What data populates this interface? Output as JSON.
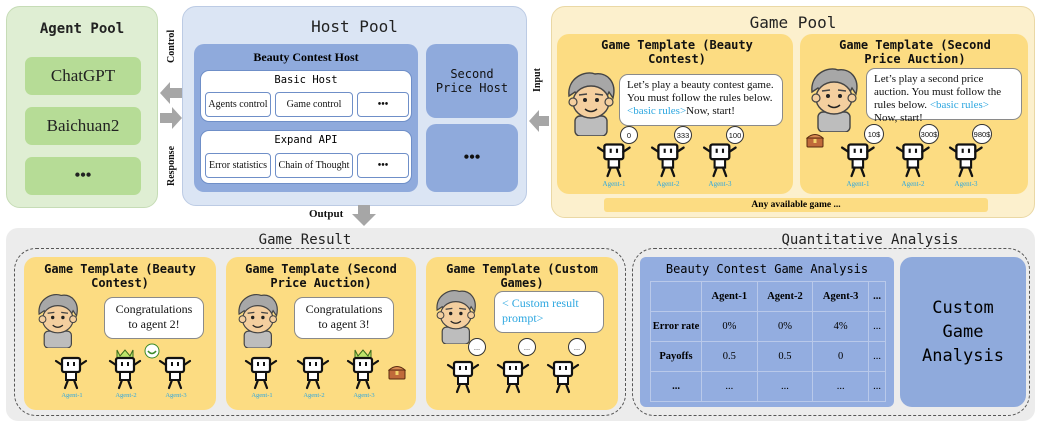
{
  "agent_pool": {
    "title": "Agent Pool",
    "items": [
      "ChatGPT",
      "Baichuan2",
      "•••"
    ]
  },
  "arrows": {
    "control": "Control",
    "response": "Response",
    "input": "Input",
    "output": "Output"
  },
  "host_pool": {
    "title": "Host Pool",
    "beauty_host": {
      "title": "Beauty Contest Host",
      "basic": {
        "title": "Basic Host",
        "items": [
          "Agents control",
          "Game control",
          "•••"
        ]
      },
      "expand": {
        "title": "Expand API",
        "items": [
          "Error statistics",
          "Chain of Thought",
          "•••"
        ]
      }
    },
    "second_price_host": "Second Price Host",
    "more": "•••"
  },
  "game_pool": {
    "title": "Game Pool",
    "beauty": {
      "title": "Game Template (Beauty Contest)",
      "bubble_pre": "Let’s play a beauty contest game. You must follow the rules below. ",
      "bubble_rule": "<basic rules>",
      "bubble_post": "Now, start!",
      "bids": [
        "0",
        "333",
        "100"
      ],
      "agents": [
        "Agent-1",
        "Agent-2",
        "Agent-3"
      ]
    },
    "auction": {
      "title": "Game Template (Second Price Auction)",
      "bubble_pre": "Let’s play a second price auction. You must follow the rules below. ",
      "bubble_rule": "<basic rules>",
      "bubble_post": " Now, start!",
      "bids": [
        "10$",
        "300$",
        "980$"
      ],
      "agents": [
        "Agent-1",
        "Agent-2",
        "Agent-3"
      ]
    },
    "any": "Any available game ..."
  },
  "game_result": {
    "title": "Game Result",
    "beauty": {
      "title": "Game Template (Beauty Contest)",
      "bubble": "Congratulations to agent 2!",
      "agents": [
        "Agent-1",
        "Agent-2",
        "Agent-3"
      ]
    },
    "auction": {
      "title": "Game Template (Second Price Auction)",
      "bubble": "Congratulations to agent 3!",
      "agents": [
        "Agent-1",
        "Agent-2",
        "Agent-3"
      ]
    },
    "custom": {
      "title": "Game Template (Custom Games)",
      "bubble": "< Custom result prompt>"
    }
  },
  "quant": {
    "title": "Quantitative Analysis",
    "table_title": "Beauty Contest Game Analysis",
    "headers": [
      "",
      "Agent-1",
      "Agent-2",
      "Agent-3",
      "..."
    ],
    "rows": [
      [
        "Error rate",
        "0%",
        "0%",
        "4%",
        "..."
      ],
      [
        "Payoffs",
        "0.5",
        "0.5",
        "0",
        "..."
      ],
      [
        "...",
        "...",
        "...",
        "...",
        "..."
      ]
    ],
    "custom": "Custom Game Analysis"
  },
  "colors": {
    "agent_bg": "#dfeed3",
    "agent_item": "#b6dc96",
    "host_bg": "#dbe5f4",
    "host_box": "#8faadc",
    "game_bg": "#fcf0cd",
    "card": "#fcdc82",
    "result_bg": "#ececec",
    "table_bg": "#93ade0"
  }
}
